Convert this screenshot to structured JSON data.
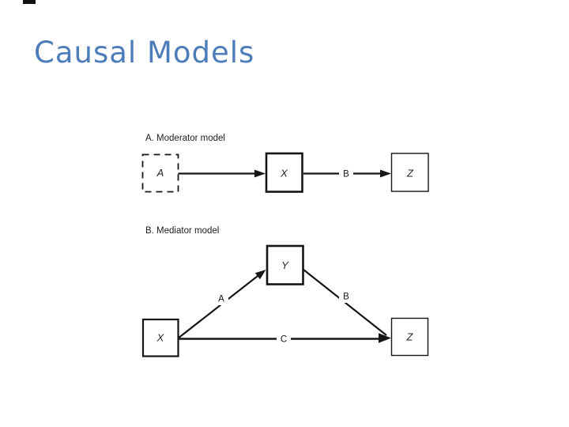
{
  "slide": {
    "title": "Causal Models"
  },
  "figure": {
    "moderator": {
      "caption": "A. Moderator model",
      "box_a": "A",
      "box_x": "X",
      "box_z": "Z",
      "edge_b": "B"
    },
    "mediator": {
      "caption": "B. Mediator model",
      "box_x": "X",
      "box_y": "Y",
      "box_z": "Z",
      "edge_a": "A",
      "edge_b": "B",
      "edge_c": "C"
    }
  },
  "colors": {
    "title": "#4d7cba",
    "diagram_line": "#161616",
    "background": "#ffffff"
  }
}
